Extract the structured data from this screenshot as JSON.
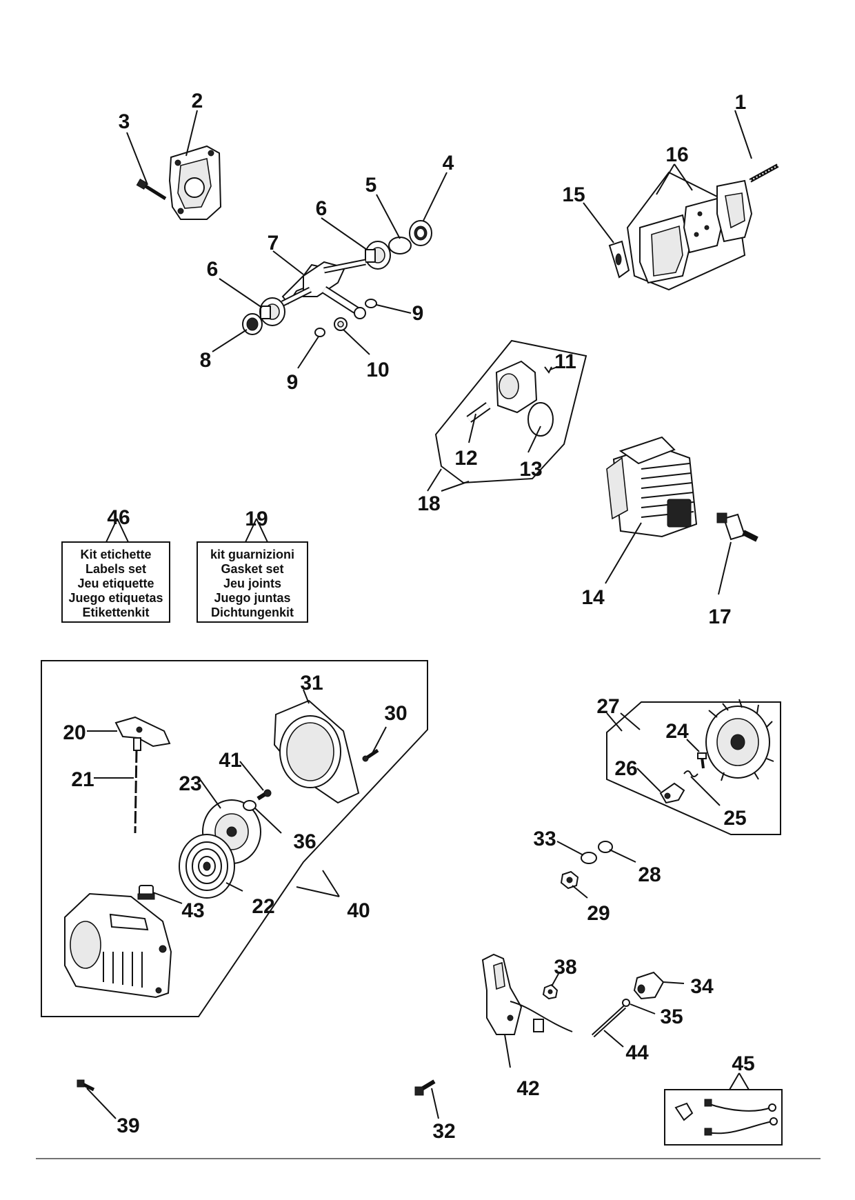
{
  "callouts": {
    "c1": "1",
    "c2": "2",
    "c3": "3",
    "c4": "4",
    "c5": "5",
    "c6a": "6",
    "c6b": "6",
    "c7": "7",
    "c8": "8",
    "c9a": "9",
    "c9b": "9",
    "c10": "10",
    "c11": "11",
    "c12": "12",
    "c13": "13",
    "c14": "14",
    "c15": "15",
    "c16": "16",
    "c17": "17",
    "c18": "18",
    "c19": "19",
    "c20": "20",
    "c21": "21",
    "c22": "22",
    "c23": "23",
    "c24": "24",
    "c25": "25",
    "c26": "26",
    "c27": "27",
    "c28": "28",
    "c29": "29",
    "c30": "30",
    "c31": "31",
    "c32": "32",
    "c33": "33",
    "c34": "34",
    "c35": "35",
    "c36": "36",
    "c38": "38",
    "c39": "39",
    "c40": "40",
    "c41": "41",
    "c42": "42",
    "c43": "43",
    "c44": "44",
    "c45": "45",
    "c46": "46"
  },
  "kits": {
    "labels": [
      "Kit etichette",
      "Labels set",
      "Jeu etiquette",
      "Juego etiquetas",
      "Etikettenkit"
    ],
    "gaskets": [
      "kit guarnizioni",
      "Gasket set",
      "Jeu  joints",
      "Juego juntas",
      "Dichtungenkit"
    ]
  }
}
